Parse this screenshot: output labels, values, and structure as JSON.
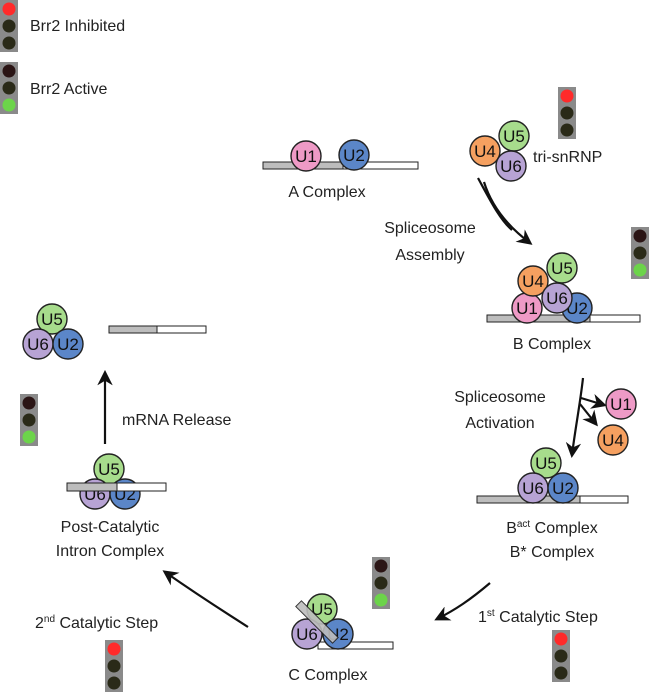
{
  "colors": {
    "red": "#ff2a2a",
    "green": "#6cd44a",
    "off_red": "#2b1515",
    "off_dark": "#2a2a18",
    "U1": "#ee9ac6",
    "U2": "#5b86c8",
    "U4": "#f5a060",
    "U5": "#a7dc8c",
    "U6": "#b7a3d4",
    "strand_grey": "#bdbdbd"
  },
  "legend": {
    "inhibited": "Brr2 Inhibited",
    "active": "Brr2 Active"
  },
  "snrna": {
    "U1": "U1",
    "U2": "U2",
    "U4": "U4",
    "U5": "U5",
    "U6": "U6"
  },
  "labels": {
    "a_complex": "A Complex",
    "tri_snrnp": "tri-snRNP",
    "assembly_1": "Spliceosome",
    "assembly_2": "Assembly",
    "b_complex": "B Complex",
    "activation_1": "Spliceosome",
    "activation_2": "Activation",
    "bact_prefix": "B",
    "bact_sup": "act",
    "bact_suffix": " Complex",
    "bstar": "B* Complex",
    "first_num": "1",
    "first_sup": "st",
    "first_text": " Catalytic Step",
    "c_complex": "C Complex",
    "second_num": "2",
    "second_sup": "nd",
    "second_text": " Catalytic Step",
    "post_1": "Post-Catalytic",
    "post_2": "Intron Complex",
    "mrna_release": "mRNA Release"
  }
}
